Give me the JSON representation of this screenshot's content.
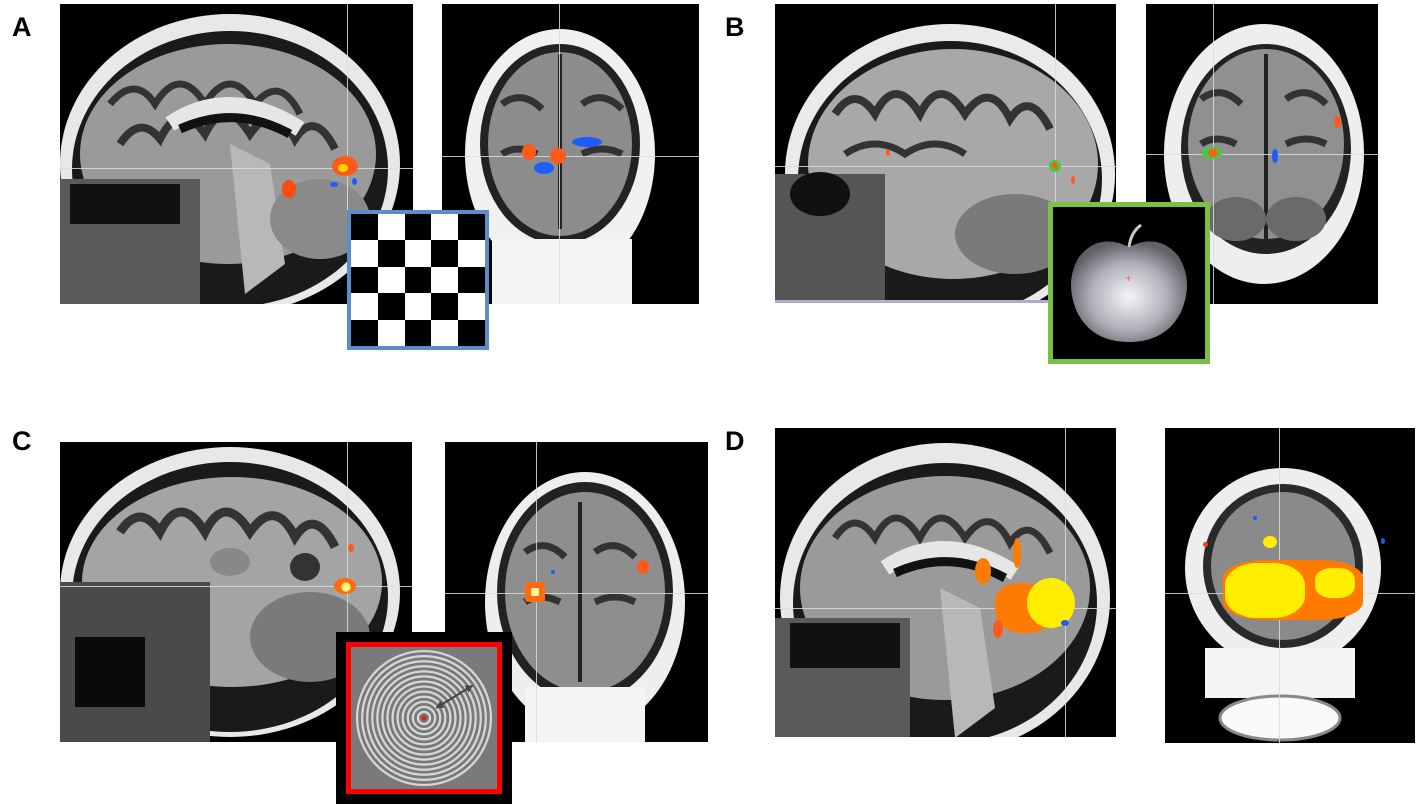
{
  "figure": {
    "panels": [
      {
        "id": "A",
        "label": "A",
        "views": [
          "sagittal",
          "coronal"
        ],
        "stimulus": {
          "name": "checkerboard",
          "border_color": "#5b8dc9",
          "grid": "5x5 black/white"
        },
        "activation_colors": [
          "#ff5a1a",
          "#ffd400",
          "#1e5cff"
        ]
      },
      {
        "id": "B",
        "label": "B",
        "views": [
          "sagittal",
          "coronal"
        ],
        "stimulus": {
          "name": "apple",
          "border_color": "#7ac143",
          "fixation_mark": "+"
        },
        "activation_colors": [
          "#ff5a1a",
          "#3ecf3e",
          "#1e5cff"
        ]
      },
      {
        "id": "C",
        "label": "C",
        "views": [
          "sagittal",
          "coronal"
        ],
        "stimulus": {
          "name": "concentric-rings",
          "border_color": "#ff0000"
        },
        "activation_colors": [
          "#ff5a1a",
          "#ffd400",
          "#1e5cff"
        ]
      },
      {
        "id": "D",
        "label": "D",
        "views": [
          "sagittal",
          "coronal"
        ],
        "stimulus": null,
        "activation_colors": [
          "#ffee00",
          "#ff7a00",
          "#1e5cff"
        ]
      }
    ]
  }
}
